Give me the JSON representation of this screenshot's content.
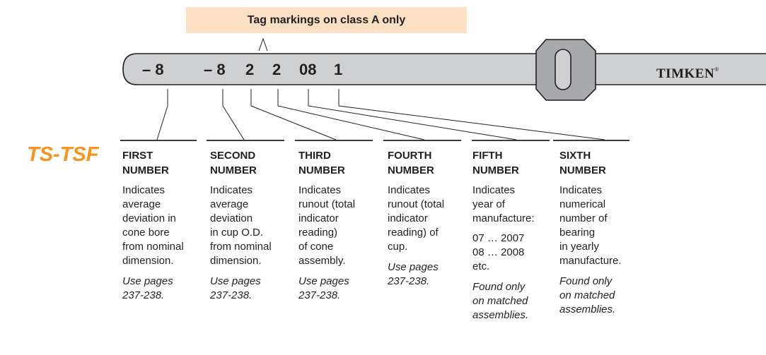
{
  "callout": "Tag markings on class A only",
  "series_title": "TS-TSF",
  "brand": {
    "name": "TIMKEN",
    "mark": "®"
  },
  "code": [
    "– 8",
    "– 8",
    "2",
    "2",
    "08",
    "1"
  ],
  "columns": [
    {
      "heading": [
        "FIRST",
        "NUMBER"
      ],
      "lines": [
        "Indicates",
        "average",
        "deviation in",
        "cone bore",
        "from nominal",
        "dimension."
      ],
      "extra": [],
      "note": [
        "Use pages",
        "237-238."
      ]
    },
    {
      "heading": [
        "SECOND",
        "NUMBER"
      ],
      "lines": [
        "Indicates",
        "average",
        "deviation",
        "in cup O.D.",
        "from nominal",
        "dimension."
      ],
      "extra": [],
      "note": [
        "Use pages",
        "237-238."
      ]
    },
    {
      "heading": [
        "THIRD",
        "NUMBER"
      ],
      "lines": [
        "Indicates",
        "runout (total",
        "indicator",
        "reading)",
        "of cone",
        "assembly."
      ],
      "extra": [],
      "note": [
        "Use pages",
        "237-238."
      ]
    },
    {
      "heading": [
        "FOURTH",
        "NUMBER"
      ],
      "lines": [
        "Indicates",
        "runout (total",
        "indicator",
        "reading) of",
        "cup."
      ],
      "extra": [],
      "note": [
        "Use pages",
        "237-238."
      ]
    },
    {
      "heading": [
        "FIFTH",
        "NUMBER"
      ],
      "lines": [
        "Indicates",
        "year of",
        "manufacture:"
      ],
      "extra": [
        "07 … 2007",
        "08 … 2008",
        "etc."
      ],
      "note": [
        "Found only",
        "on matched",
        "assemblies."
      ]
    },
    {
      "heading": [
        "SIXTH",
        "NUMBER"
      ],
      "lines": [
        "Indicates",
        "numerical",
        "number of",
        "bearing",
        "in yearly",
        "manufacture."
      ],
      "extra": [],
      "note": [
        "Found only",
        "on matched",
        "assemblies."
      ]
    }
  ]
}
